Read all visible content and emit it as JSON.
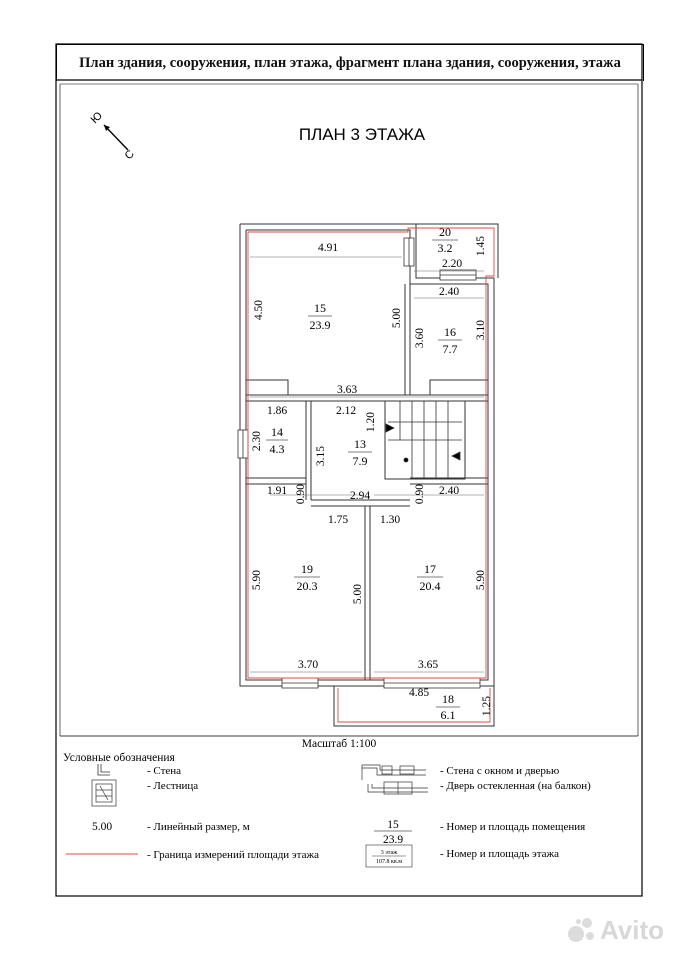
{
  "header": "План здания, сооружения, план этажа, фрагмент плана здания, сооружения, этажа",
  "plan_title": "ПЛАН 3 ЭТАЖА",
  "compass": {
    "north": "Ю",
    "south": "С"
  },
  "rooms": [
    {
      "num": "15",
      "area": "23.9"
    },
    {
      "num": "20",
      "area": "3.2"
    },
    {
      "num": "16",
      "area": "7.7"
    },
    {
      "num": "14",
      "area": "4.3"
    },
    {
      "num": "13",
      "area": "7.9"
    },
    {
      "num": "19",
      "area": "20.3"
    },
    {
      "num": "17",
      "area": "20.4"
    },
    {
      "num": "18",
      "area": "6.1"
    }
  ],
  "dims": [
    "4.91",
    "4.50",
    "5.00",
    "2.20",
    "1.45",
    "2.40",
    "3.60",
    "3.10",
    "3.63",
    "1.86",
    "2.12",
    "1.20",
    "2.30",
    "3.15",
    "1.91",
    "0.90",
    "2.94",
    "0.90",
    "2.40",
    "1.75",
    "1.30",
    "5.90",
    "5.00",
    "5.90",
    "3.70",
    "3.65",
    "4.85",
    "1.25"
  ],
  "scale": "Масштаб 1:100",
  "legend": {
    "title": "Условные обозначения",
    "wall": "- Стена",
    "stairs": "- Лестница",
    "dim_sample": "5.00",
    "dim_label": "- Линейный размер, м",
    "boundary": "- Граница измерений площади этажа",
    "window_door": "- Стена с окном и дверью",
    "glazed_door": "- Дверь остекленная (на балкон)",
    "room_num_sample": "15",
    "room_area_sample": "23.9",
    "room_label": "- Номер и площадь помещения",
    "floor_sample_1": "3 этаж",
    "floor_sample_2": "107.8 кв.м",
    "floor_label": "- Номер и площадь этажа"
  },
  "watermark": "Avito",
  "colors": {
    "boundary": "#e04848",
    "wall": "#333333"
  }
}
